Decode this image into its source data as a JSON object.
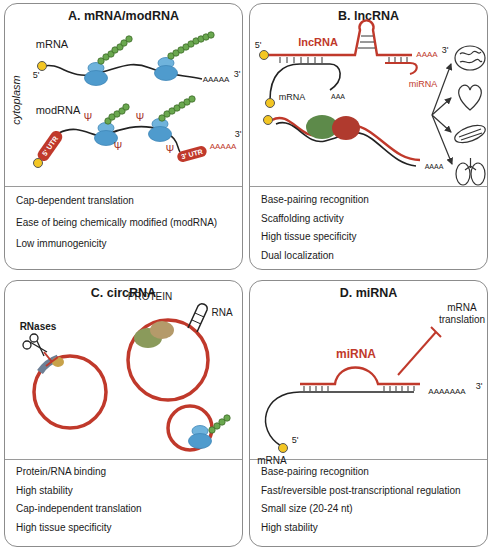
{
  "diagram": {
    "nodes": [
      {
        "text": [
          "A. mRNA/modRNA",
          "Cap-dependent translation",
          "Ease of being chemically modified (modRNA)",
          "Low immunogenicity"
        ]
      },
      {
        "text": [
          "B. lncRNA",
          "Base-pairing recognition",
          "Scaffolding activity",
          "High tissue specificity",
          "Dual localization"
        ]
      },
      {
        "text": [
          "C. circRNA",
          "Protein/RNA binding",
          "High stability",
          "Cap-independent translation",
          "High tissue specificity"
        ]
      },
      {
        "text": [
          "D. miRNA",
          "Base-pairing recognition",
          "Fast/reversible post-transcriptional regulation",
          "Small size (20-24 nt)",
          "High stability"
        ]
      }
    ],
    "labels": [
      "cytoplasm",
      "mRNA",
      "5'",
      "AAAAA",
      "3'",
      "modRNA",
      "5' UTR",
      "Ψ",
      "Ψ",
      "Ψ",
      "Ψ",
      "3' UTR",
      "AAAAA",
      "3'",
      "5'",
      "lncRNA",
      "AAAA",
      "3'",
      "mRNA",
      "AAA",
      "miRNA",
      "AAAA",
      "PROTEIN",
      "RNA",
      "RNases",
      "miRNA",
      "mRNA translation",
      "AAAAAAA",
      "3'",
      "5'",
      "mRNA"
    ]
  }
}
